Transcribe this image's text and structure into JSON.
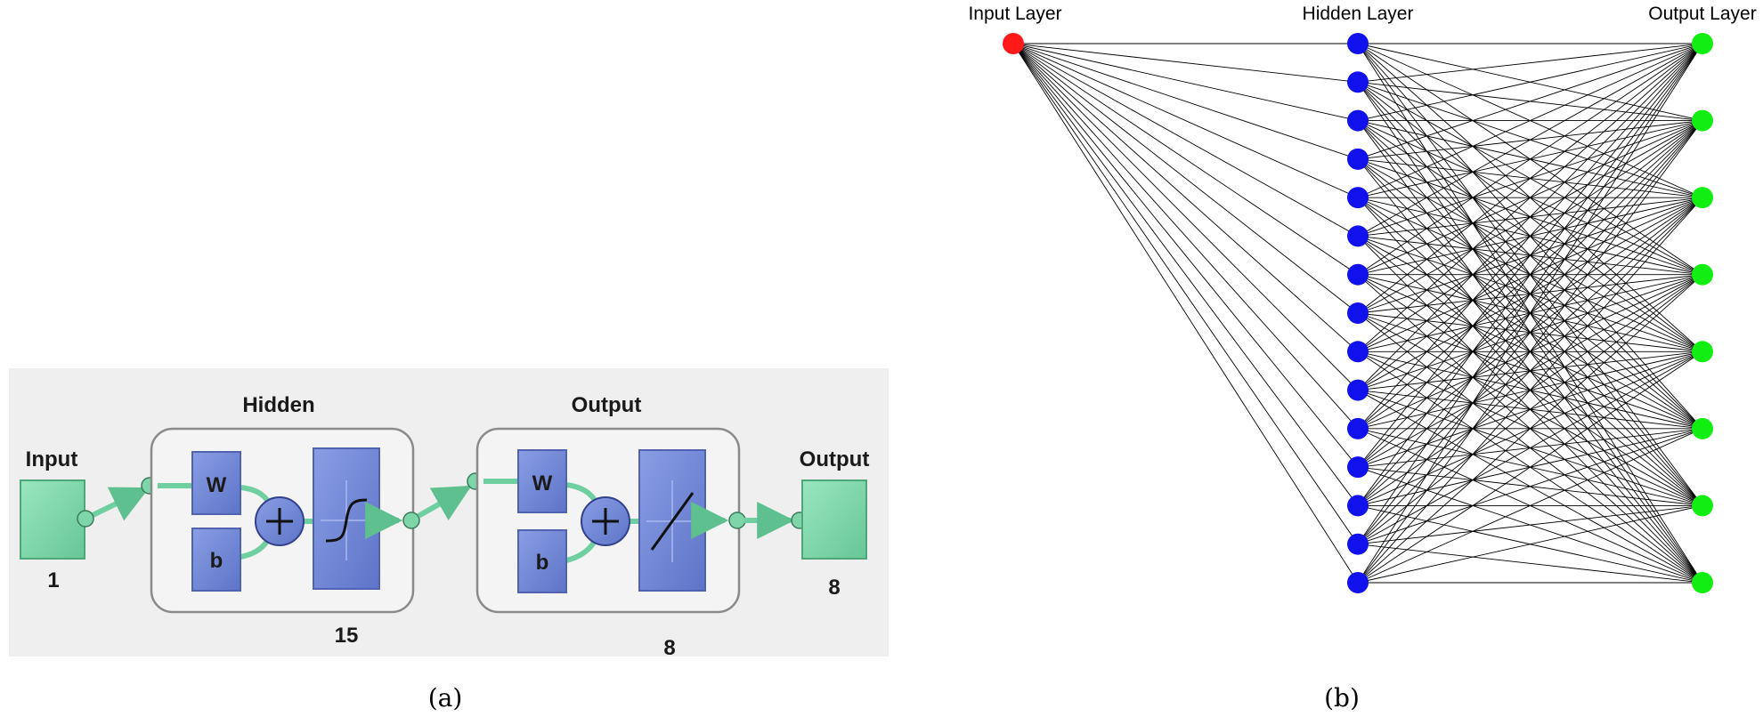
{
  "panel_a": {
    "input_label": "Input",
    "input_size": "1",
    "hidden_label": "Hidden",
    "hidden_size": "15",
    "output_block_label": "Output",
    "output_block_size": "8",
    "output_label": "Output",
    "output_size": "8",
    "weight_label": "W",
    "bias_label": "b",
    "caption": "(a)"
  },
  "panel_b": {
    "input_layer_label": "Input Layer",
    "hidden_layer_label": "Hidden Layer",
    "output_layer_label": "Output Layer",
    "input_node_count": 1,
    "hidden_node_count": 15,
    "output_node_count": 8,
    "input_color": "#ff1a1a",
    "hidden_color": "#1111ee",
    "output_color": "#11ee11",
    "caption": "(b)"
  },
  "colors": {
    "panel_bg": "#efefef",
    "io_green": "#7ed6a8",
    "block_blue": "#6f86d6",
    "block_border": "#5062b0",
    "connector": "#6fcfa0",
    "group_border": "#8a8a8a"
  }
}
